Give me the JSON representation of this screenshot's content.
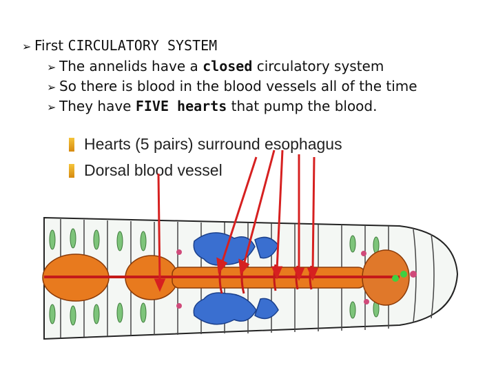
{
  "slide": {
    "bullets": [
      {
        "prefix": "First ",
        "emph": "CIRCULATORY SYSTEM",
        "suffix": ""
      },
      {
        "prefix": "The annelids have a ",
        "emph": "closed",
        "suffix": " circulatory system"
      },
      {
        "prefix": "So there is blood in the blood vessels all of the time",
        "emph": "",
        "suffix": ""
      },
      {
        "prefix": "They have ",
        "emph": "FIVE hearts",
        "suffix": " that pump the blood."
      }
    ],
    "bullet_icon": "arrow-bullet-icon"
  },
  "figure": {
    "legend": [
      "Hearts (5 pairs) surround esophagus",
      "Dorsal blood vessel"
    ],
    "colors": {
      "gut": "#e87a1e",
      "dark_orange": "#c85a10",
      "vessel": "#d62020",
      "blue": "#3a6fd0",
      "green": "#7dc47a",
      "pink": "#d04a7a",
      "arrow": "#d62020"
    }
  }
}
